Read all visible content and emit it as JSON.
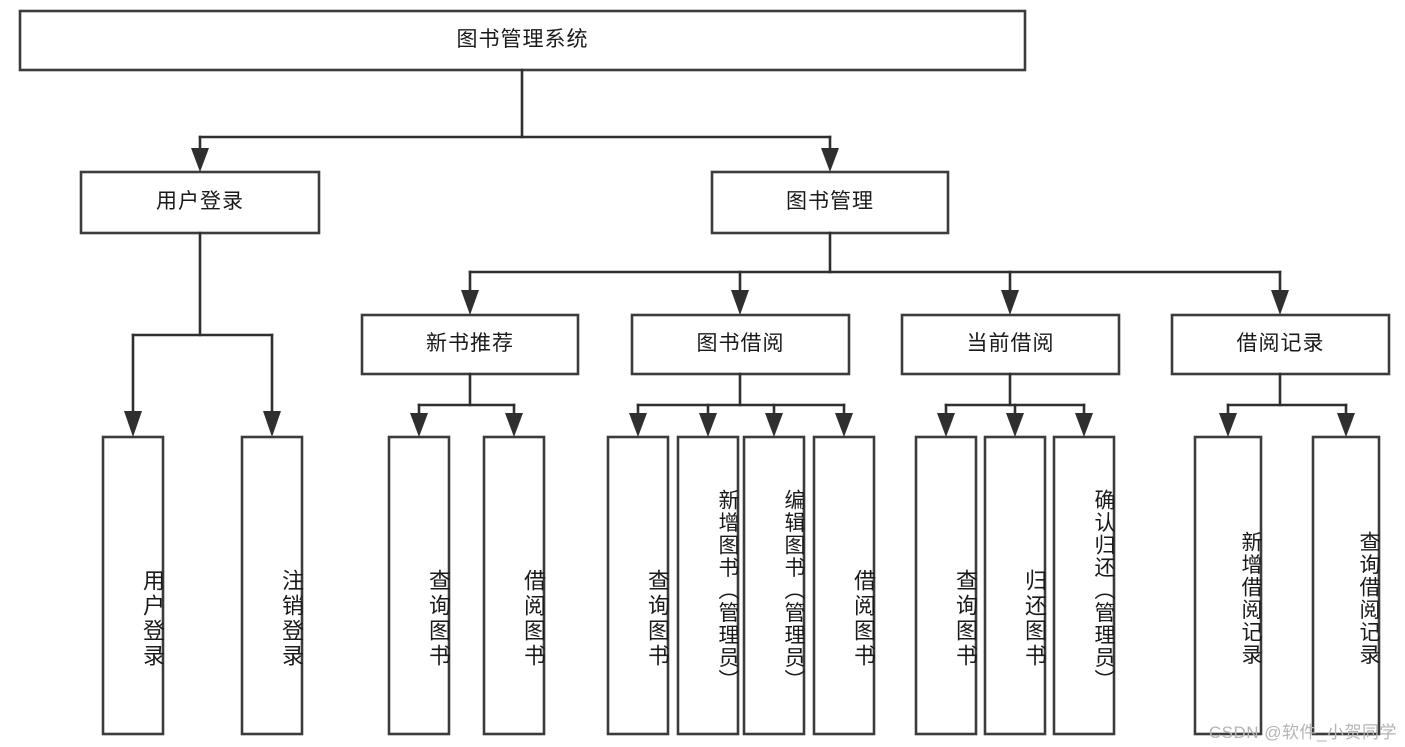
{
  "diagram": {
    "title_text": "图书管理系统",
    "watermark": "CSDN @软件_小贺同学",
    "colors": {
      "box_stroke": "#3c3c3c",
      "connector": "#2f2f2f",
      "background": "#ffffff",
      "text": "#1a1a1a",
      "watermark": "#b4b4b4"
    },
    "type": "hierarchy-tree",
    "levels": 4
  },
  "nodes": {
    "root": {
      "label": "图书管理系统",
      "level": 0,
      "orientation": "horizontal"
    },
    "user_login": {
      "label": "用户登录",
      "level": 1,
      "orientation": "horizontal"
    },
    "book_manage": {
      "label": "图书管理",
      "level": 1,
      "orientation": "horizontal"
    },
    "new_book_rec": {
      "label": "新书推荐",
      "level": 2,
      "orientation": "horizontal"
    },
    "book_borrow": {
      "label": "图书借阅",
      "level": 2,
      "orientation": "horizontal"
    },
    "current_borrow": {
      "label": "当前借阅",
      "level": 2,
      "orientation": "horizontal"
    },
    "borrow_record": {
      "label": "借阅记录",
      "level": 2,
      "orientation": "horizontal"
    },
    "leaf_user_login": {
      "label": "用户登录",
      "level": 3,
      "orientation": "vertical",
      "parent": "用户登录"
    },
    "leaf_logout": {
      "label": "注销登录",
      "level": 3,
      "orientation": "vertical",
      "parent": "用户登录"
    },
    "leaf_query_book_a": {
      "label": "查询图书",
      "level": 3,
      "orientation": "vertical",
      "parent": "新书推荐"
    },
    "leaf_borrow_book_a": {
      "label": "借阅图书",
      "level": 3,
      "orientation": "vertical",
      "parent": "新书推荐"
    },
    "leaf_query_book_b": {
      "label": "查询图书",
      "level": 3,
      "orientation": "vertical",
      "parent": "图书借阅"
    },
    "leaf_add_book": {
      "label": "新增图书（管理员）",
      "level": 3,
      "orientation": "vertical",
      "parent": "图书借阅"
    },
    "leaf_edit_book": {
      "label": "编辑图书（管理员）",
      "level": 3,
      "orientation": "vertical",
      "parent": "图书借阅"
    },
    "leaf_borrow_book_b": {
      "label": "借阅图书",
      "level": 3,
      "orientation": "vertical",
      "parent": "图书借阅"
    },
    "leaf_query_book_c": {
      "label": "查询图书",
      "level": 3,
      "orientation": "vertical",
      "parent": "当前借阅"
    },
    "leaf_return_book": {
      "label": "归还图书",
      "level": 3,
      "orientation": "vertical",
      "parent": "当前借阅"
    },
    "leaf_confirm_return": {
      "label": "确认归还（管理员）",
      "level": 3,
      "orientation": "vertical",
      "parent": "当前借阅"
    },
    "leaf_add_record": {
      "label": "新增借阅记录",
      "level": 3,
      "orientation": "vertical",
      "parent": "借阅记录"
    },
    "leaf_query_record": {
      "label": "查询借阅记录",
      "level": 3,
      "orientation": "vertical",
      "parent": "借阅记录"
    }
  },
  "tree": {
    "label": "图书管理系统",
    "children": [
      {
        "label": "用户登录",
        "children": [
          {
            "label": "用户登录",
            "children": []
          },
          {
            "label": "注销登录",
            "children": []
          }
        ]
      },
      {
        "label": "图书管理",
        "children": [
          {
            "label": "新书推荐",
            "children": [
              {
                "label": "查询图书",
                "children": []
              },
              {
                "label": "借阅图书",
                "children": []
              }
            ]
          },
          {
            "label": "图书借阅",
            "children": [
              {
                "label": "查询图书",
                "children": []
              },
              {
                "label": "新增图书（管理员）",
                "children": []
              },
              {
                "label": "编辑图书（管理员）",
                "children": []
              },
              {
                "label": "借阅图书",
                "children": []
              }
            ]
          },
          {
            "label": "当前借阅",
            "children": [
              {
                "label": "查询图书",
                "children": []
              },
              {
                "label": "归还图书",
                "children": []
              },
              {
                "label": "确认归还（管理员）",
                "children": []
              }
            ]
          },
          {
            "label": "借阅记录",
            "children": [
              {
                "label": "新增借阅记录",
                "children": []
              },
              {
                "label": "查询借阅记录",
                "children": []
              }
            ]
          }
        ]
      }
    ]
  }
}
